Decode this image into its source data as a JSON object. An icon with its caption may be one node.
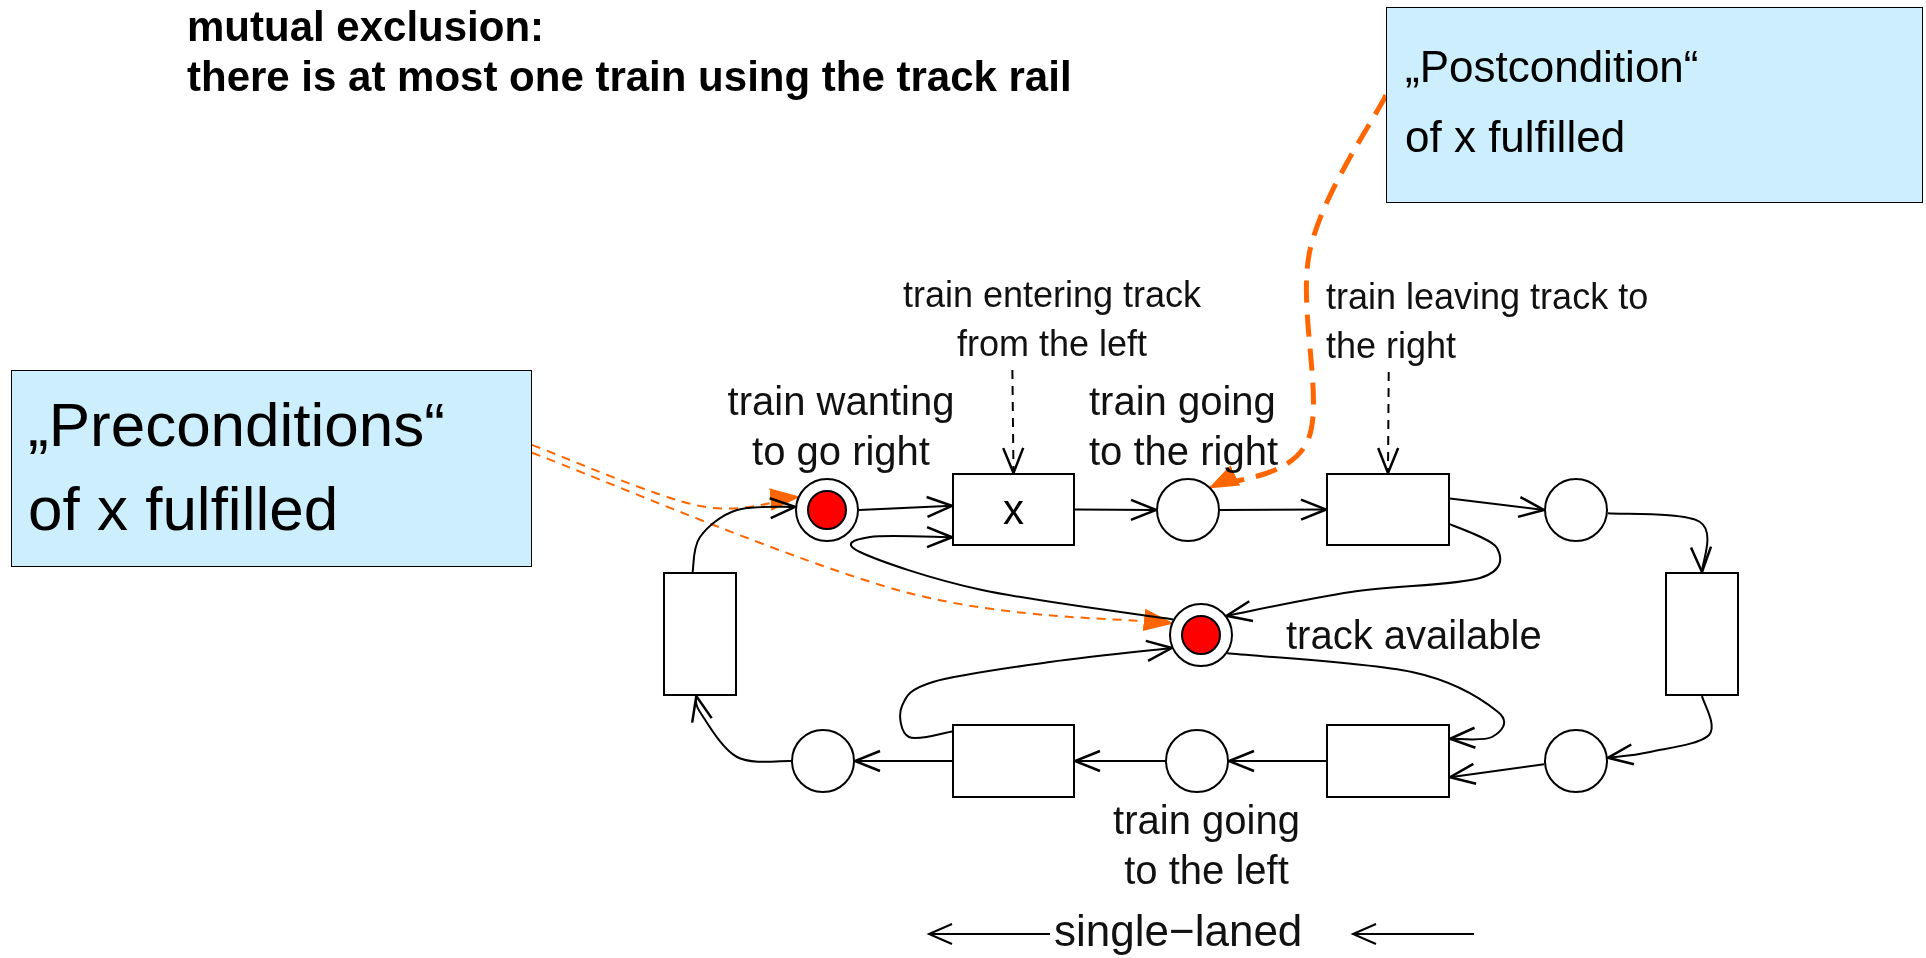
{
  "diagram": {
    "title": "mutual exclusion:",
    "nodes": [
      {
        "text": [
          "„Postcondition“ of x fulfilled"
        ]
      },
      {
        "text": [
          "train entering track from the left"
        ]
      },
      {
        "text": [
          "train leaving track to the right"
        ]
      },
      {
        "text": [
          "„Preconditions“ of x fulfilled"
        ]
      },
      {
        "text": [],
        "shape": "circle",
        "beside": [
          "train wanting to go right"
        ]
      },
      {
        "text": [
          "x"
        ]
      },
      {
        "text": [],
        "shape": "circle",
        "beside": [
          "train going to the right"
        ]
      },
      {
        "text": [],
        "shape": "box"
      },
      {
        "text": [],
        "shape": "circle"
      },
      {
        "text": [],
        "shape": "box"
      },
      {
        "text": [],
        "shape": "circle",
        "beside": [
          "track available"
        ]
      },
      {
        "text": [],
        "shape": "box"
      },
      {
        "text": [],
        "shape": "circle"
      },
      {
        "text": [],
        "shape": "box"
      },
      {
        "text": [],
        "shape": "circle",
        "beside": [
          "train going to the left"
        ]
      },
      {
        "text": [],
        "shape": "box"
      },
      {
        "text": [],
        "shape": "circle"
      }
    ],
    "edges": [
      {
        "from": 1,
        "to": 5,
        "arrow": "to",
        "style": "dashed"
      },
      {
        "from": 2,
        "to": 7,
        "arrow": "to",
        "style": "dashed"
      },
      {
        "from": 0,
        "to": 6,
        "arrow": "to",
        "style": "dashed",
        "color": "#ff6600"
      },
      {
        "from": 3,
        "to": 4,
        "arrow": "to",
        "style": "dashed",
        "color": "#ff6600"
      },
      {
        "from": 3,
        "to": 10,
        "arrow": "to",
        "style": "dashed",
        "color": "#ff6600"
      },
      {
        "from": 4,
        "to": 5,
        "arrow": "to"
      },
      {
        "from": 10,
        "to": 5,
        "arrow": "to"
      },
      {
        "from": 5,
        "to": 6,
        "arrow": "to"
      },
      {
        "from": 6,
        "to": 7,
        "arrow": "to"
      },
      {
        "from": 7,
        "to": 8,
        "arrow": "to"
      },
      {
        "from": 7,
        "to": 10,
        "arrow": "to"
      },
      {
        "from": 8,
        "to": 11,
        "arrow": "to"
      },
      {
        "from": 11,
        "to": 16,
        "arrow": "to"
      },
      {
        "from": 16,
        "to": 15,
        "arrow": "to"
      },
      {
        "from": 10,
        "to": 15,
        "arrow": "to"
      },
      {
        "from": 15,
        "to": 14,
        "arrow": "to"
      },
      {
        "from": 14,
        "to": 13,
        "arrow": "to"
      },
      {
        "from": 13,
        "to": 12,
        "arrow": "to"
      },
      {
        "from": 13,
        "to": 10,
        "arrow": "to"
      },
      {
        "from": 12,
        "to": 9,
        "arrow": "to"
      },
      {
        "from": 9,
        "to": 4,
        "arrow": "to"
      }
    ],
    "labels": [
      "there is at most one train using the track rail",
      "single−laned"
    ]
  }
}
